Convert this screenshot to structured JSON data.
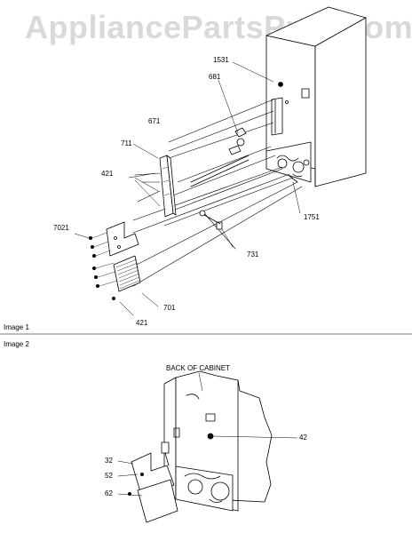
{
  "watermark": "AppliancePartsPros.com",
  "image1": {
    "title": "Image 1",
    "callouts": {
      "c1531": "1531",
      "c681": "681",
      "c671": "671",
      "c711": "711",
      "c421a": "421",
      "c7021": "7021",
      "c1751": "1751",
      "c731": "731",
      "c701": "701",
      "c421b": "421"
    }
  },
  "image2": {
    "title": "Image 2",
    "heading": "BACK OF CABINET",
    "callouts": {
      "c42": "42",
      "c32": "32",
      "c52": "52",
      "c62": "62"
    }
  }
}
